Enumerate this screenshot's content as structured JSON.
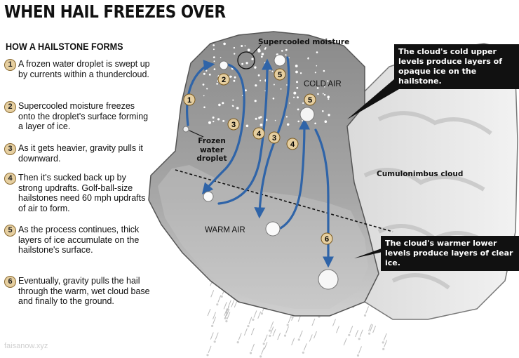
{
  "title": "WHEN HAIL FREEZES OVER",
  "subtitle": "HOW A HAILSTONE FORMS",
  "steps": [
    {
      "num": "1",
      "text": "A frozen water droplet is swept up by currents within a thundercloud."
    },
    {
      "num": "2",
      "text": "Supercooled moisture freezes onto the droplet's surface forming a layer of ice."
    },
    {
      "num": "3",
      "text": "As it gets heavier, gravity pulls it downward."
    },
    {
      "num": "4",
      "text": "Then it's sucked back up by strong updrafts. Golf-ball-size hailstones need 60 mph updrafts of air to form."
    },
    {
      "num": "5",
      "text": "As the process continues, thick layers of ice accumulate on the hailstone's surface."
    },
    {
      "num": "6",
      "text": "Eventually, gravity pulls the hail through the warm, wet cloud base and finally to the ground."
    }
  ],
  "labels": {
    "supercooled": "Supercooled moisture",
    "cold_air": "COLD AIR",
    "warm_air": "WARM AIR",
    "frozen_droplet": "Frozen water droplet",
    "cumulonimbus": "Cumulonimbus cloud"
  },
  "callouts": {
    "upper": "The cloud's cold upper levels produce layers of opaque ice on the hailstone.",
    "lower": "The cloud's warmer lower levels produce layers of clear ice."
  },
  "markers": {
    "m1": "1",
    "m2": "2",
    "m3": "3",
    "m3b": "3",
    "m4": "4",
    "m4b": "4",
    "m5": "5",
    "m5b": "5",
    "m6": "6"
  },
  "watermark": "faisanow.xyz",
  "colors": {
    "arrow": "#2f64a8",
    "marker_fill": "#e6cfa0",
    "cloud": "#9a9a9a",
    "callout": "#111111"
  }
}
